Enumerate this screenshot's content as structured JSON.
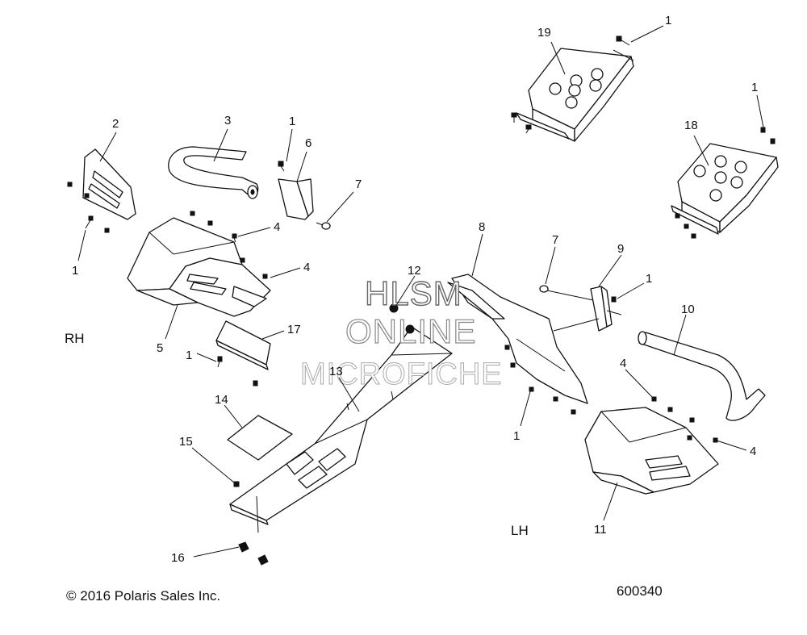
{
  "side_labels": {
    "rh": "RH",
    "lh": "LH"
  },
  "watermark": {
    "line1": "HLSM",
    "line2": "ONLINE",
    "line3": "MICROFICHE"
  },
  "footer": {
    "copyright": "© 2016 Polaris Sales Inc.",
    "diagram_number": "600340"
  },
  "callouts": {
    "c1_top_right": "1",
    "c19": "19",
    "c1_right": "1",
    "c18": "18",
    "c2": "2",
    "c3": "3",
    "c1_mid": "1",
    "c6": "6",
    "c7_left": "7",
    "c4_a": "4",
    "c4_b": "4",
    "c1_left": "1",
    "c5": "5",
    "c17": "17",
    "c1_lower_left": "1",
    "c12": "12",
    "c13": "13",
    "c14": "14",
    "c15": "15",
    "c16": "16",
    "c8": "8",
    "c7_right": "7",
    "c9": "9",
    "c1_center_right": "1",
    "c10": "10",
    "c4_c": "4",
    "c4_d": "4",
    "c1_lower_mid": "1",
    "c11": "11"
  }
}
